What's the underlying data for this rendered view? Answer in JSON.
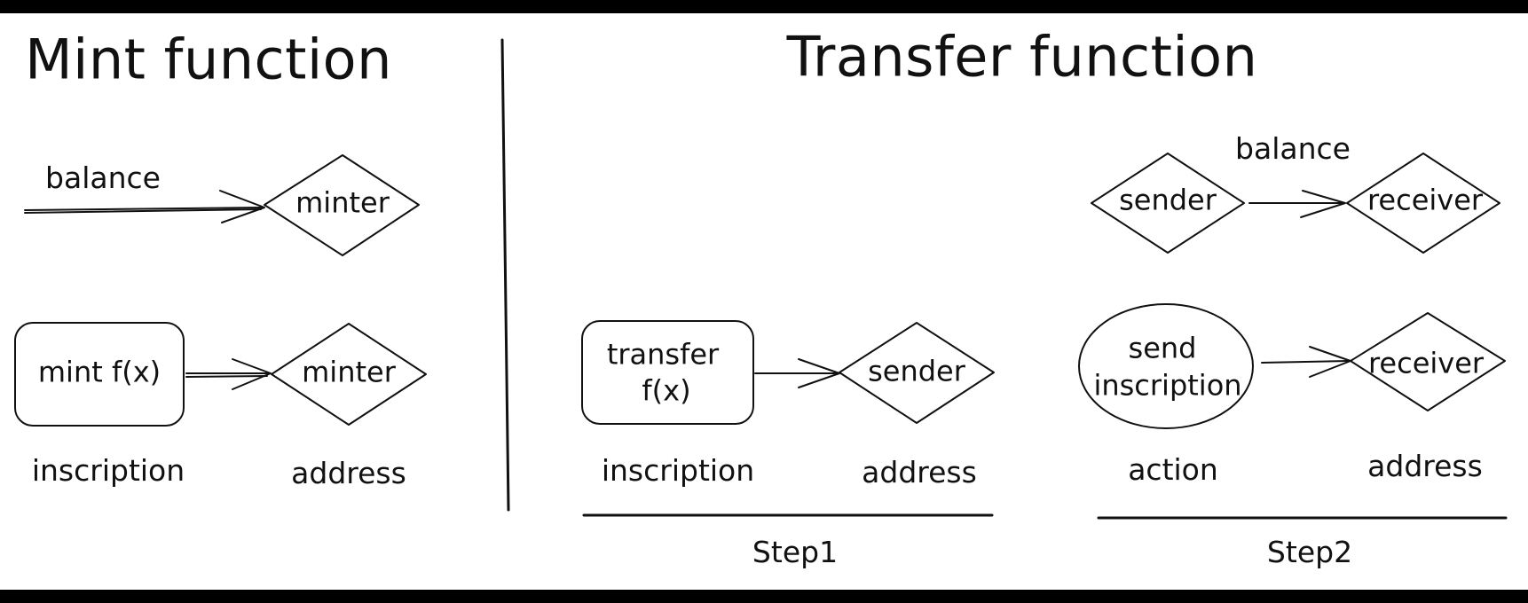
{
  "mint": {
    "title": "Mint function",
    "balance_label": "balance",
    "minter_top": "minter",
    "mint_box": "mint f(x)",
    "minter_bottom": "minter",
    "inscription_label": "inscription",
    "address_label": "address"
  },
  "transfer": {
    "title": "Transfer function",
    "step1": {
      "box": "transfer f(x)",
      "box_line1": "transfer",
      "box_line2": "f(x)",
      "sender": "sender",
      "inscription_label": "inscription",
      "address_label": "address",
      "label": "Step1"
    },
    "step2": {
      "sender": "sender",
      "balance_label": "balance",
      "receiver_top": "receiver",
      "ellipse_line1": "send",
      "ellipse_line2": "inscription",
      "receiver_bottom": "receiver",
      "action_label": "action",
      "address_label": "address",
      "label": "Step2"
    }
  }
}
